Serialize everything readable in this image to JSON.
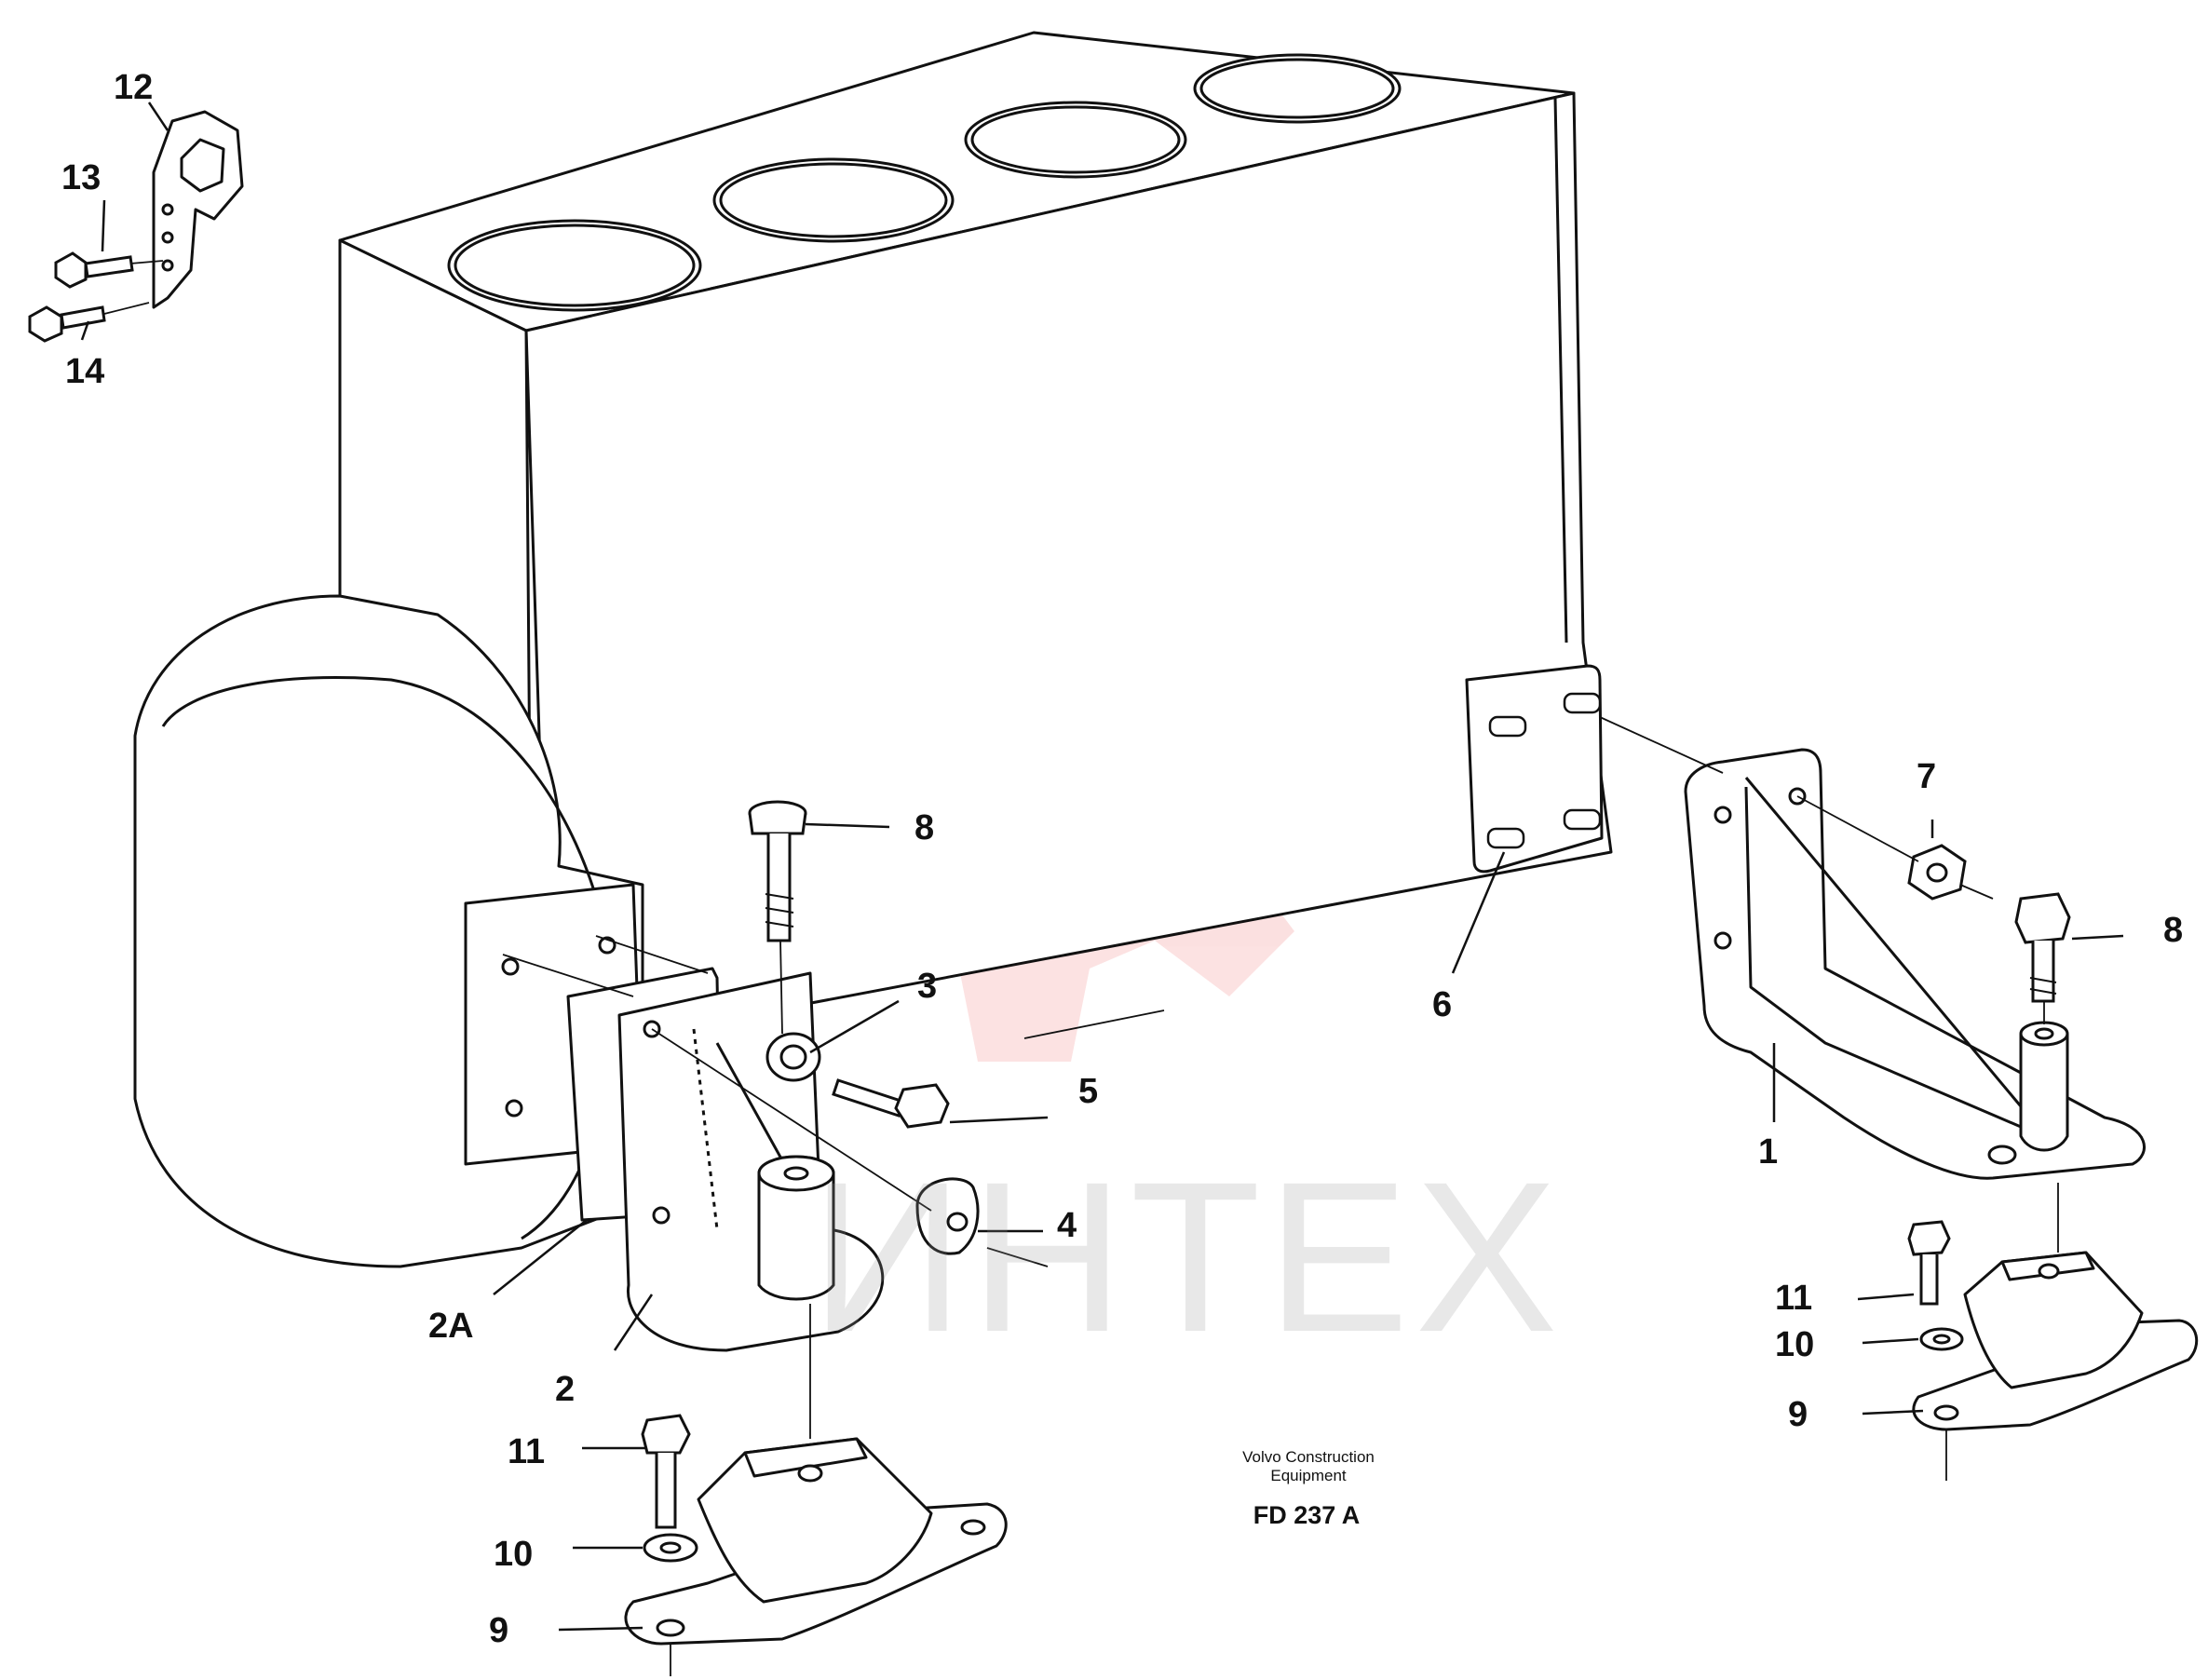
{
  "diagram": {
    "part_labels": {
      "p1": "1",
      "p2": "2",
      "p2a": "2A",
      "p3": "3",
      "p4": "4",
      "p5": "5",
      "p6": "6",
      "p7": "7",
      "p8_left": "8",
      "p8_right": "8",
      "p9_left": "9",
      "p9_right": "9",
      "p10_left": "10",
      "p10_right": "10",
      "p11_left": "11",
      "p11_right": "11",
      "p12": "12",
      "p13": "13",
      "p14": "14"
    },
    "caption": {
      "line1": "Volvo Construction",
      "line2": "Equipment",
      "code": "FD 237 A"
    },
    "watermark": {
      "text": "ИНТЕХ",
      "color": "#e51c1c"
    },
    "line_color": "#111111"
  }
}
